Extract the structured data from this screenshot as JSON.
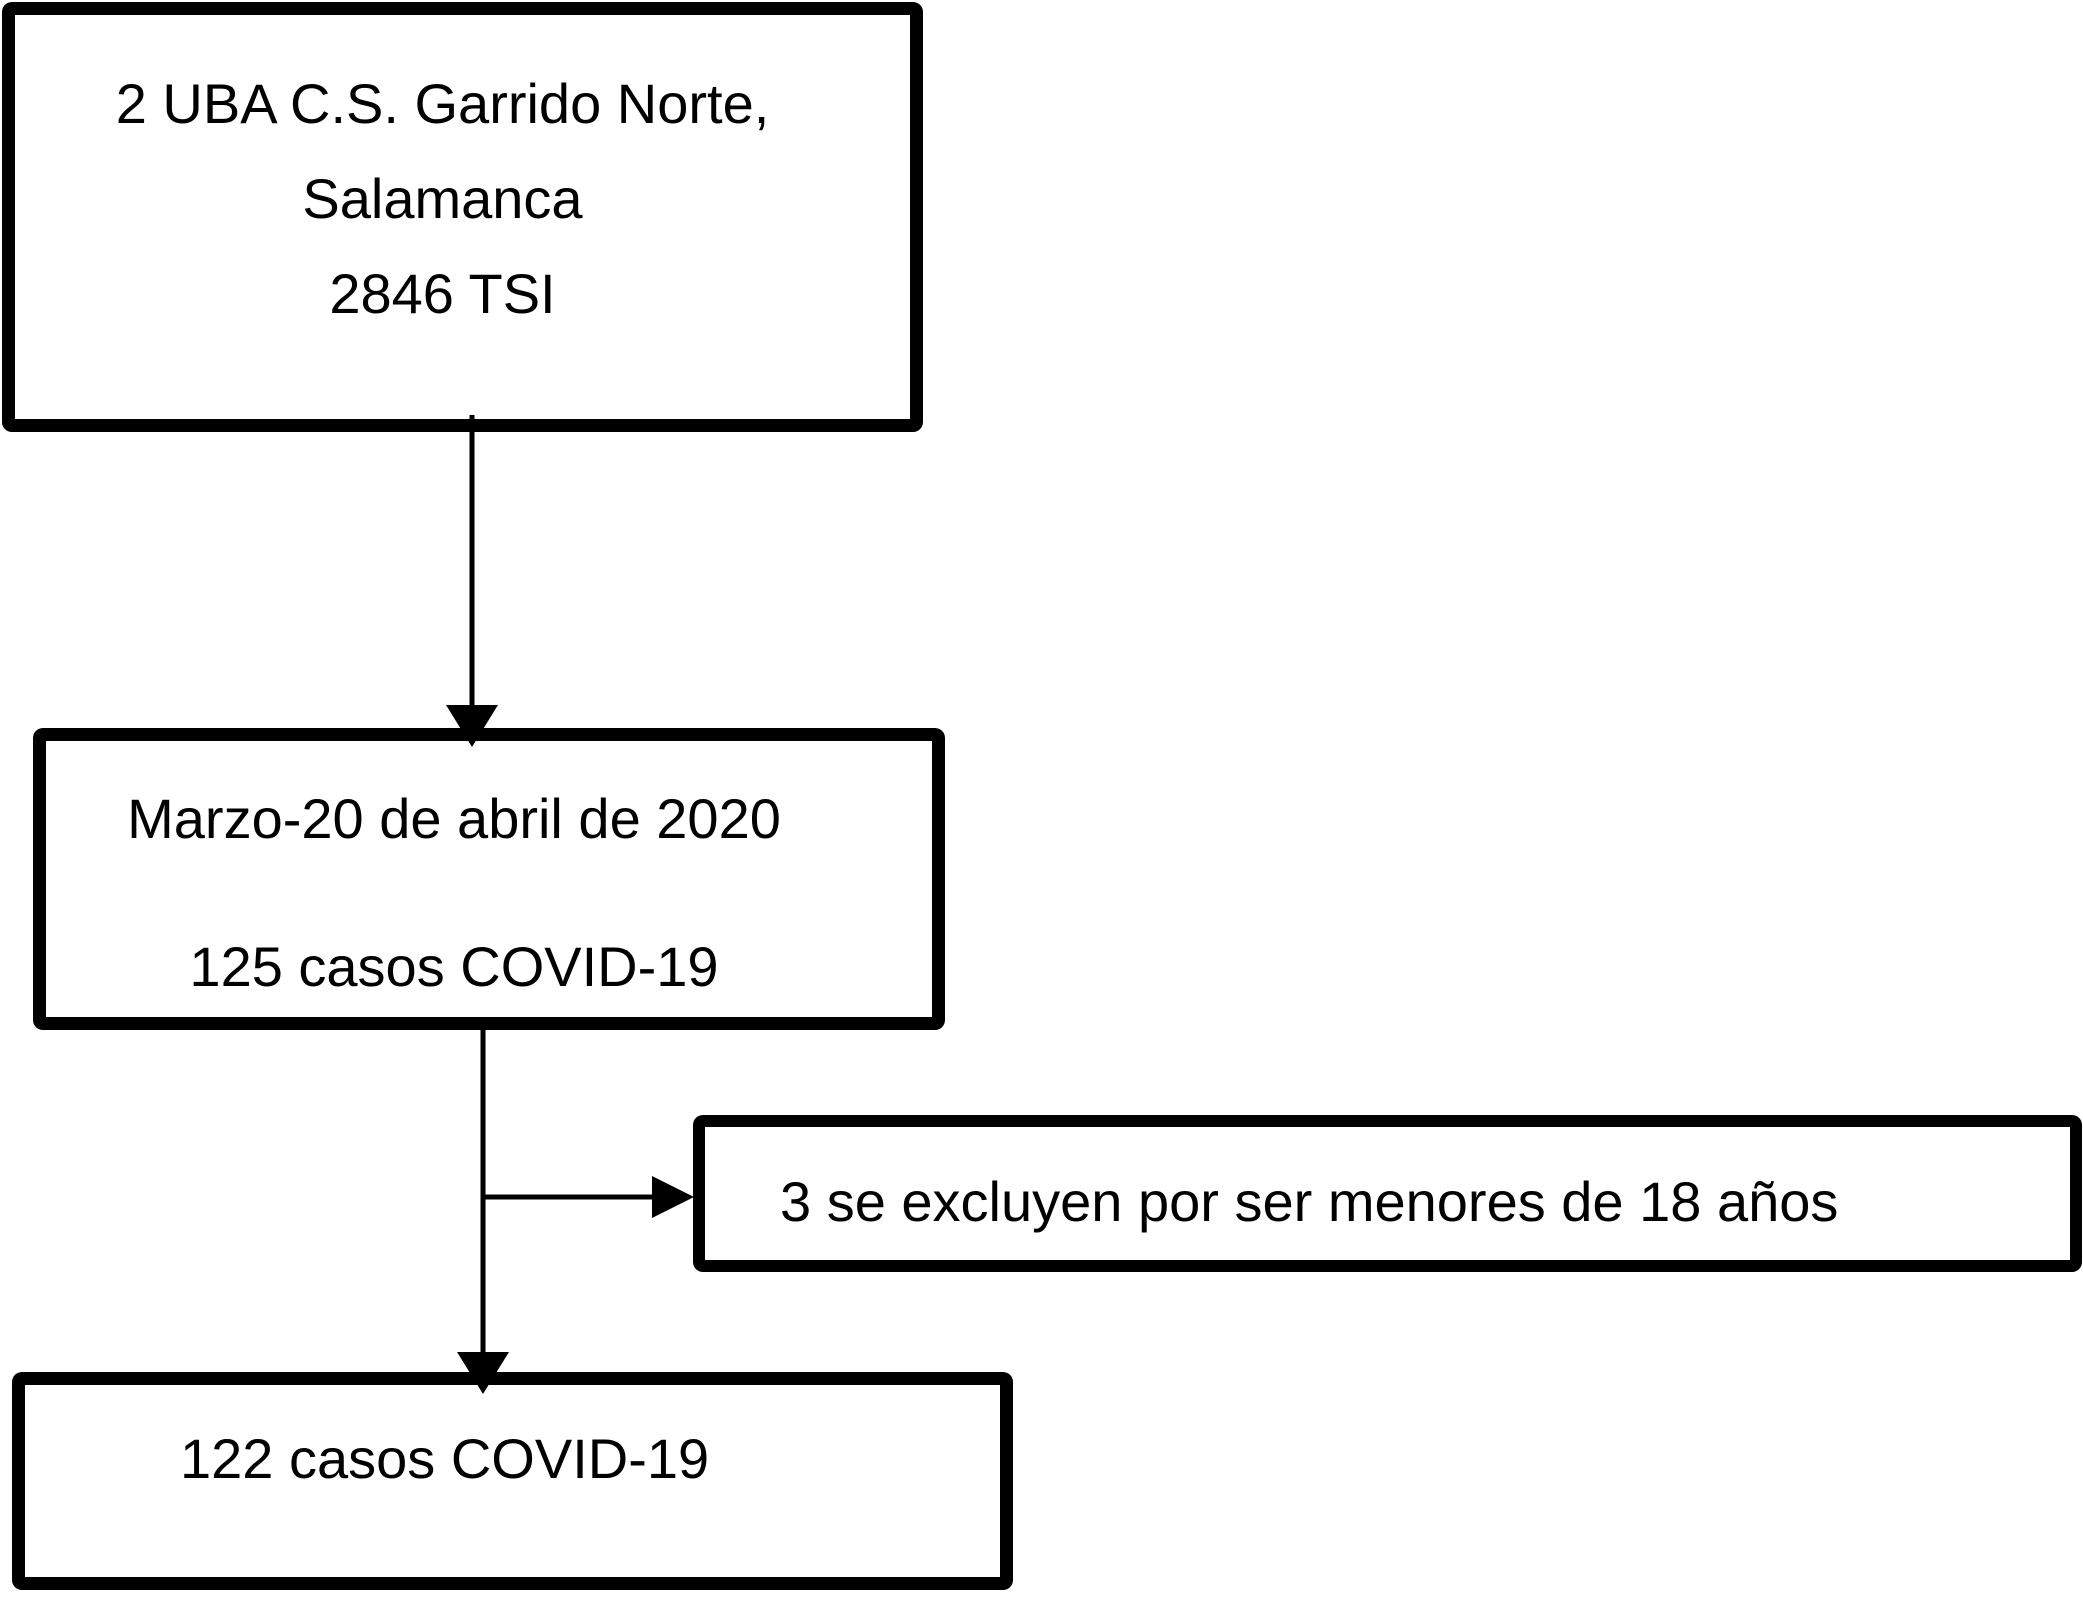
{
  "diagram": {
    "type": "flowchart",
    "background": "#ffffff",
    "stroke_color": "#000000",
    "text_color": "#000000",
    "boxes": [
      {
        "id": "site",
        "lines": [
          "2 UBA C.S. Garrido Norte,",
          "Salamanca",
          "2846 TSI"
        ]
      },
      {
        "id": "period",
        "lines": [
          "Marzo-20 de abril de 2020",
          "125 casos COVID-19"
        ]
      },
      {
        "id": "exclusion",
        "lines": [
          "3 se excluyen por ser menores de 18 años"
        ]
      },
      {
        "id": "final",
        "lines": [
          "122 casos COVID-19"
        ]
      }
    ],
    "edges": [
      {
        "from": "site",
        "to": "period",
        "direction": "down"
      },
      {
        "from": "period",
        "to": "final",
        "direction": "down"
      },
      {
        "from": "period",
        "to": "exclusion",
        "direction": "right"
      }
    ]
  }
}
